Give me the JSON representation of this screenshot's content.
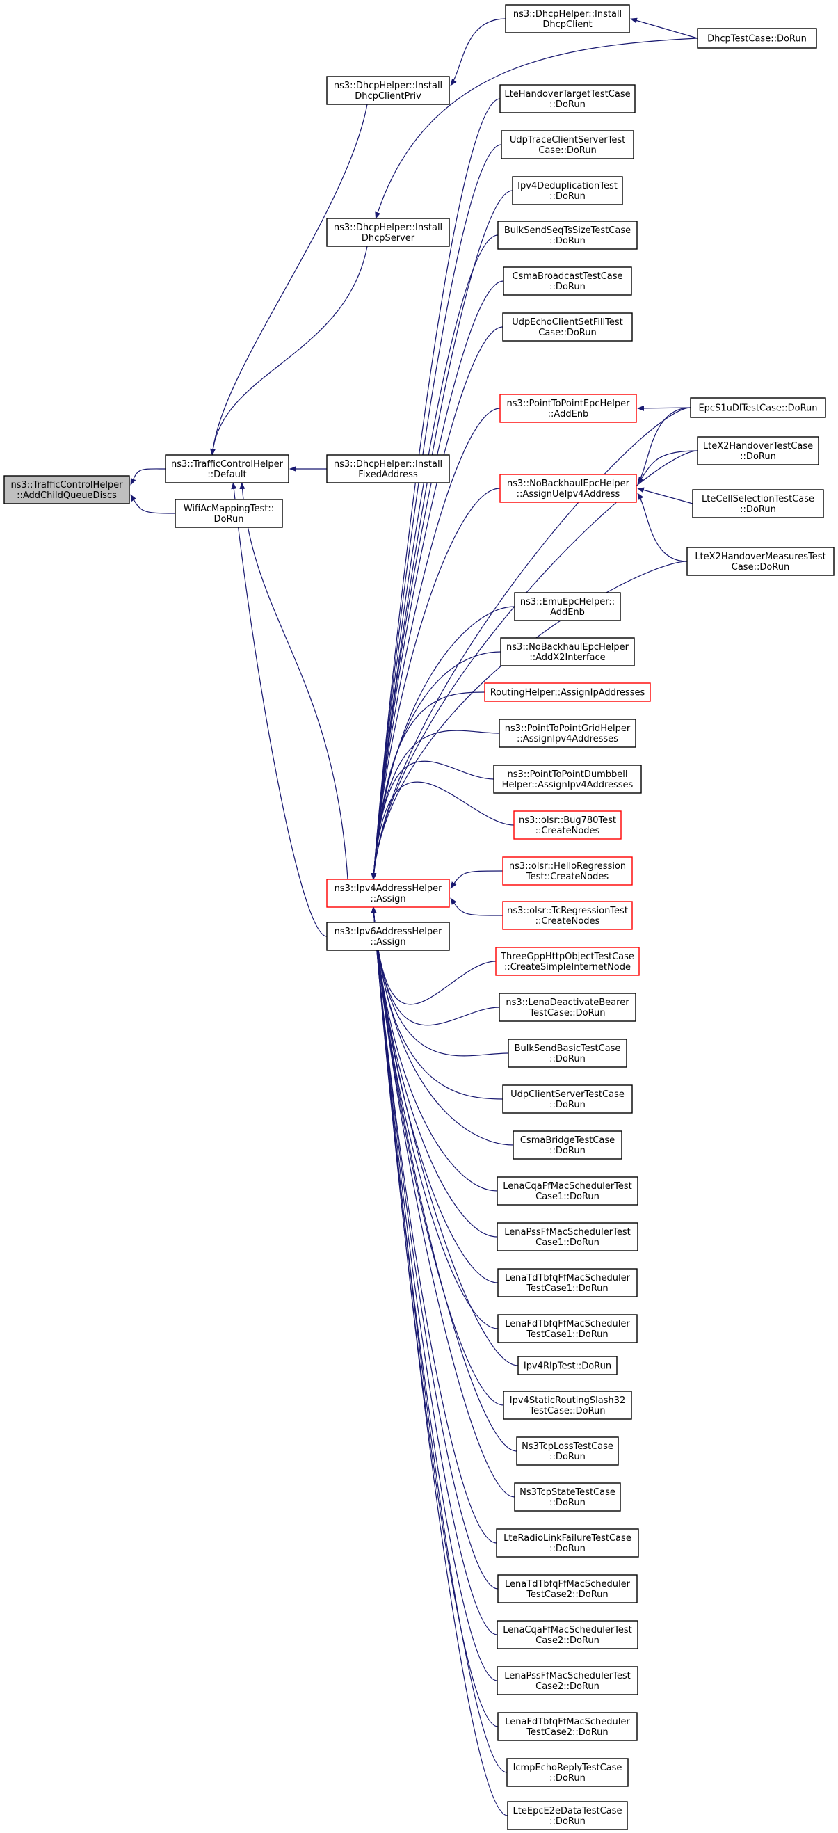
{
  "graph": {
    "edge_color": "#191970",
    "root_fill": "#bfbfbf",
    "highlight_border": "#ff0000",
    "nodes": [
      {
        "id": "root",
        "lines": [
          "ns3::TrafficControlHelper",
          "::AddChildQueueDiscs"
        ],
        "kind": "root"
      },
      {
        "id": "tch_default",
        "lines": [
          "ns3::TrafficControlHelper",
          "::Default"
        ],
        "kind": "normal"
      },
      {
        "id": "wifi_ac",
        "lines": [
          "WifiAcMappingTest::",
          "DoRun"
        ],
        "kind": "normal"
      },
      {
        "id": "dhcp_priv",
        "lines": [
          "ns3::DhcpHelper::Install",
          "DhcpClientPriv"
        ],
        "kind": "normal"
      },
      {
        "id": "dhcp_server",
        "lines": [
          "ns3::DhcpHelper::Install",
          "DhcpServer"
        ],
        "kind": "normal"
      },
      {
        "id": "dhcp_fixed",
        "lines": [
          "ns3::DhcpHelper::Install",
          "FixedAddress"
        ],
        "kind": "normal"
      },
      {
        "id": "ipv4_assign",
        "lines": [
          "ns3::Ipv4AddressHelper",
          "::Assign"
        ],
        "kind": "red"
      },
      {
        "id": "ipv6_assign",
        "lines": [
          "ns3::Ipv6AddressHelper",
          "::Assign"
        ],
        "kind": "normal"
      },
      {
        "id": "dhcp_client",
        "lines": [
          "ns3::DhcpHelper::Install",
          "DhcpClient"
        ],
        "kind": "normal"
      },
      {
        "id": "dhcp_test",
        "lines": [
          "DhcpTestCase::DoRun"
        ],
        "kind": "normal"
      },
      {
        "id": "lte_ho_target",
        "lines": [
          "LteHandoverTargetTestCase",
          "::DoRun"
        ],
        "kind": "normal"
      },
      {
        "id": "udp_trace",
        "lines": [
          "UdpTraceClientServerTest",
          "Case::DoRun"
        ],
        "kind": "normal"
      },
      {
        "id": "ipv4_dedup",
        "lines": [
          "Ipv4DeduplicationTest",
          "::DoRun"
        ],
        "kind": "normal"
      },
      {
        "id": "bulk_seq",
        "lines": [
          "BulkSendSeqTsSizeTestCase",
          "::DoRun"
        ],
        "kind": "normal"
      },
      {
        "id": "csma_bcast",
        "lines": [
          "CsmaBroadcastTestCase",
          "::DoRun"
        ],
        "kind": "normal"
      },
      {
        "id": "udp_echo",
        "lines": [
          "UdpEchoClientSetFillTest",
          "Case::DoRun"
        ],
        "kind": "normal"
      },
      {
        "id": "p2p_epc",
        "lines": [
          "ns3::PointToPointEpcHelper",
          "::AddEnb"
        ],
        "kind": "red"
      },
      {
        "id": "noback_assign",
        "lines": [
          "ns3::NoBackhaulEpcHelper",
          "::AssignUeIpv4Address"
        ],
        "kind": "red"
      },
      {
        "id": "epc_s1u",
        "lines": [
          "EpcS1uDlTestCase::DoRun"
        ],
        "kind": "normal"
      },
      {
        "id": "lte_x2_ho",
        "lines": [
          "LteX2HandoverTestCase",
          "::DoRun"
        ],
        "kind": "normal"
      },
      {
        "id": "lte_cell_sel",
        "lines": [
          "LteCellSelectionTestCase",
          "::DoRun"
        ],
        "kind": "normal"
      },
      {
        "id": "lte_x2_meas",
        "lines": [
          "LteX2HandoverMeasuresTest",
          "Case::DoRun"
        ],
        "kind": "normal"
      },
      {
        "id": "emu_epc",
        "lines": [
          "ns3::EmuEpcHelper::",
          "AddEnb"
        ],
        "kind": "normal"
      },
      {
        "id": "noback_x2",
        "lines": [
          "ns3::NoBackhaulEpcHelper",
          "::AddX2Interface"
        ],
        "kind": "normal"
      },
      {
        "id": "routing_helper",
        "lines": [
          "RoutingHelper::AssignIpAddresses"
        ],
        "kind": "red"
      },
      {
        "id": "p2p_grid",
        "lines": [
          "ns3::PointToPointGridHelper",
          "::AssignIpv4Addresses"
        ],
        "kind": "normal"
      },
      {
        "id": "p2p_dumbbell",
        "lines": [
          "ns3::PointToPointDumbbell",
          "Helper::AssignIpv4Addresses"
        ],
        "kind": "normal"
      },
      {
        "id": "olsr_bug",
        "lines": [
          "ns3::olsr::Bug780Test",
          "::CreateNodes"
        ],
        "kind": "red"
      },
      {
        "id": "olsr_hello",
        "lines": [
          "ns3::olsr::HelloRegression",
          "Test::CreateNodes"
        ],
        "kind": "red"
      },
      {
        "id": "olsr_tc",
        "lines": [
          "ns3::olsr::TcRegressionTest",
          "::CreateNodes"
        ],
        "kind": "red"
      },
      {
        "id": "three_gpp",
        "lines": [
          "ThreeGppHttpObjectTestCase",
          "::CreateSimpleInternetNode"
        ],
        "kind": "red"
      },
      {
        "id": "lena_deact",
        "lines": [
          "ns3::LenaDeactivateBearer",
          "TestCase::DoRun"
        ],
        "kind": "normal"
      },
      {
        "id": "bulk_basic",
        "lines": [
          "BulkSendBasicTestCase",
          "::DoRun"
        ],
        "kind": "normal"
      },
      {
        "id": "udp_cs",
        "lines": [
          "UdpClientServerTestCase",
          "::DoRun"
        ],
        "kind": "normal"
      },
      {
        "id": "csma_bridge",
        "lines": [
          "CsmaBridgeTestCase",
          "::DoRun"
        ],
        "kind": "normal"
      },
      {
        "id": "lena_cqa1",
        "lines": [
          "LenaCqaFfMacSchedulerTest",
          "Case1::DoRun"
        ],
        "kind": "normal"
      },
      {
        "id": "lena_pss1",
        "lines": [
          "LenaPssFfMacSchedulerTest",
          "Case1::DoRun"
        ],
        "kind": "normal"
      },
      {
        "id": "lena_td1",
        "lines": [
          "LenaTdTbfqFfMacScheduler",
          "TestCase1::DoRun"
        ],
        "kind": "normal"
      },
      {
        "id": "lena_fd1",
        "lines": [
          "LenaFdTbfqFfMacScheduler",
          "TestCase1::DoRun"
        ],
        "kind": "normal"
      },
      {
        "id": "ipv4_rip",
        "lines": [
          "Ipv4RipTest::DoRun"
        ],
        "kind": "normal"
      },
      {
        "id": "ipv4_static",
        "lines": [
          "Ipv4StaticRoutingSlash32",
          "TestCase::DoRun"
        ],
        "kind": "normal"
      },
      {
        "id": "ns3_tcp_loss",
        "lines": [
          "Ns3TcpLossTestCase",
          "::DoRun"
        ],
        "kind": "normal"
      },
      {
        "id": "ns3_tcp_state",
        "lines": [
          "Ns3TcpStateTestCase",
          "::DoRun"
        ],
        "kind": "normal"
      },
      {
        "id": "lte_rlf",
        "lines": [
          "LteRadioLinkFailureTestCase",
          "::DoRun"
        ],
        "kind": "normal"
      },
      {
        "id": "lena_td2",
        "lines": [
          "LenaTdTbfqFfMacScheduler",
          "TestCase2::DoRun"
        ],
        "kind": "normal"
      },
      {
        "id": "lena_cqa2",
        "lines": [
          "LenaCqaFfMacSchedulerTest",
          "Case2::DoRun"
        ],
        "kind": "normal"
      },
      {
        "id": "lena_pss2",
        "lines": [
          "LenaPssFfMacSchedulerTest",
          "Case2::DoRun"
        ],
        "kind": "normal"
      },
      {
        "id": "lena_fd2",
        "lines": [
          "LenaFdTbfqFfMacScheduler",
          "TestCase2::DoRun"
        ],
        "kind": "normal"
      },
      {
        "id": "icmp_echo",
        "lines": [
          "IcmpEchoReplyTestCase",
          "::DoRun"
        ],
        "kind": "normal"
      },
      {
        "id": "lte_epc_e2e",
        "lines": [
          "LteEpcE2eDataTestCase",
          "::DoRun"
        ],
        "kind": "normal"
      }
    ],
    "edges": [
      [
        "tch_default",
        "root"
      ],
      [
        "wifi_ac",
        "root"
      ],
      [
        "dhcp_priv",
        "tch_default"
      ],
      [
        "dhcp_server",
        "tch_default"
      ],
      [
        "dhcp_fixed",
        "tch_default"
      ],
      [
        "ipv4_assign",
        "tch_default"
      ],
      [
        "ipv6_assign",
        "tch_default"
      ],
      [
        "dhcp_client",
        "dhcp_priv"
      ],
      [
        "dhcp_test",
        "dhcp_client"
      ],
      [
        "dhcp_test",
        "dhcp_server"
      ],
      [
        "lte_ho_target",
        "ipv4_assign"
      ],
      [
        "udp_trace",
        "ipv4_assign"
      ],
      [
        "ipv4_dedup",
        "ipv4_assign"
      ],
      [
        "bulk_seq",
        "ipv4_assign"
      ],
      [
        "csma_bcast",
        "ipv4_assign"
      ],
      [
        "udp_echo",
        "ipv4_assign"
      ],
      [
        "p2p_epc",
        "ipv4_assign"
      ],
      [
        "noback_assign",
        "ipv4_assign"
      ],
      [
        "epc_s1u",
        "p2p_epc"
      ],
      [
        "epc_s1u",
        "noback_assign"
      ],
      [
        "epc_s1u",
        "ipv4_assign"
      ],
      [
        "lte_x2_ho",
        "noback_assign"
      ],
      [
        "lte_x2_ho",
        "ipv4_assign"
      ],
      [
        "lte_cell_sel",
        "noback_assign"
      ],
      [
        "lte_x2_meas",
        "noback_assign"
      ],
      [
        "lte_x2_meas",
        "ipv4_assign"
      ],
      [
        "emu_epc",
        "ipv4_assign"
      ],
      [
        "noback_x2",
        "ipv4_assign"
      ],
      [
        "routing_helper",
        "ipv4_assign"
      ],
      [
        "p2p_grid",
        "ipv4_assign"
      ],
      [
        "p2p_dumbbell",
        "ipv4_assign"
      ],
      [
        "olsr_bug",
        "ipv4_assign"
      ],
      [
        "olsr_hello",
        "ipv4_assign"
      ],
      [
        "olsr_tc",
        "ipv4_assign"
      ],
      [
        "three_gpp",
        "ipv4_assign"
      ],
      [
        "lena_deact",
        "ipv4_assign"
      ],
      [
        "bulk_basic",
        "ipv4_assign"
      ],
      [
        "udp_cs",
        "ipv4_assign"
      ],
      [
        "csma_bridge",
        "ipv4_assign"
      ],
      [
        "lena_cqa1",
        "ipv4_assign"
      ],
      [
        "lena_pss1",
        "ipv4_assign"
      ],
      [
        "lena_td1",
        "ipv4_assign"
      ],
      [
        "lena_fd1",
        "ipv4_assign"
      ],
      [
        "ipv4_rip",
        "ipv4_assign"
      ],
      [
        "ipv4_static",
        "ipv4_assign"
      ],
      [
        "ns3_tcp_loss",
        "ipv4_assign"
      ],
      [
        "ns3_tcp_state",
        "ipv4_assign"
      ],
      [
        "lte_rlf",
        "ipv4_assign"
      ],
      [
        "lena_td2",
        "ipv4_assign"
      ],
      [
        "lena_cqa2",
        "ipv4_assign"
      ],
      [
        "lena_pss2",
        "ipv4_assign"
      ],
      [
        "lena_fd2",
        "ipv4_assign"
      ],
      [
        "icmp_echo",
        "ipv4_assign"
      ],
      [
        "lte_epc_e2e",
        "ipv4_assign"
      ]
    ]
  }
}
